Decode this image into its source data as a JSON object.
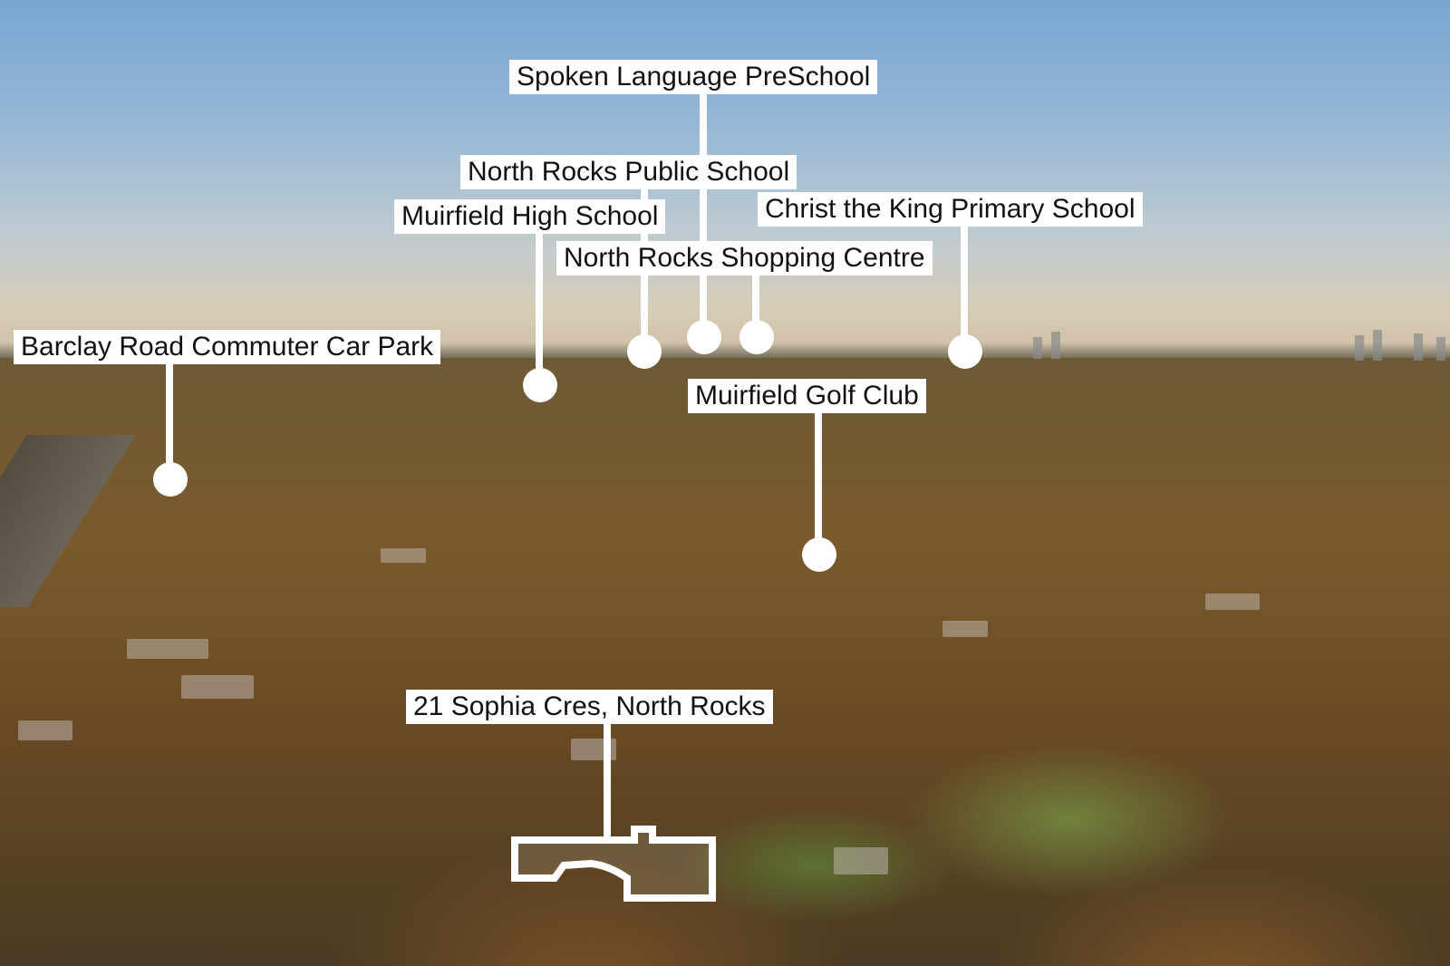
{
  "scene": {
    "labels": {
      "spoken_language": "Spoken Language PreSchool",
      "north_rocks_public": "North Rocks Public School",
      "muirfield_high": "Muirfield High School",
      "christ_the_king": "Christ the King Primary School",
      "shopping_centre": "North Rocks Shopping Centre",
      "barclay_road": "Barclay Road Commuter Car Park",
      "golf_club": "Muirfield Golf Club",
      "property": "21 Sophia Cres, North Rocks"
    }
  },
  "colors": {
    "label_bg": "#ffffff",
    "label_text": "#111111",
    "marker": "#ffffff"
  },
  "icons": {
    "location_marker": "location-dot-icon",
    "property_outline": "property-outline-icon"
  }
}
